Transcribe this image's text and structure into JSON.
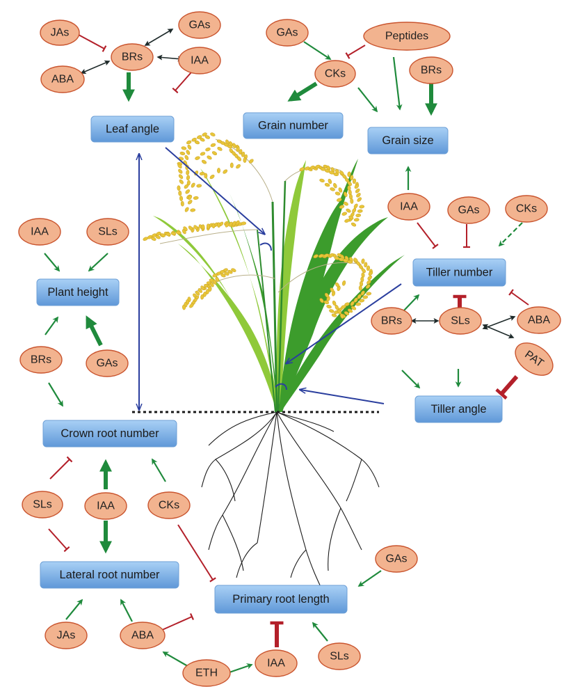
{
  "regulators": {
    "jas_top": "JAs",
    "brs_top": "BRs",
    "gas_top_left": "GAs",
    "aba_top": "ABA",
    "iaa_top": "IAA",
    "gas_grain": "GAs",
    "peptides": "Peptides",
    "cks_grain": "CKs",
    "brs_grain": "BRs",
    "iaa_tiller": "IAA",
    "gas_tiller": "GAs",
    "cks_tiller": "CKs",
    "aba_tiller": "ABA",
    "brs_tiller": "BRs",
    "sls_tiller": "SLs",
    "pat": "PAT",
    "iaa_height": "IAA",
    "sls_height": "SLs",
    "brs_height": "BRs",
    "gas_height": "GAs",
    "sls_root": "SLs",
    "iaa_root": "IAA",
    "cks_root": "CKs",
    "gas_primary": "GAs",
    "jas_lateral": "JAs",
    "aba_lateral": "ABA",
    "sls_primary": "SLs",
    "eth": "ETH",
    "iaa_primary": "IAA"
  },
  "traits": {
    "leaf_angle": "Leaf angle",
    "grain_number": "Grain number",
    "grain_size": "Grain size",
    "plant_height": "Plant height",
    "tiller_number": "Tiller number",
    "tiller_angle": "Tiller angle",
    "crown_root_number": "Crown root number",
    "lateral_root_number": "Lateral root number",
    "primary_root_length": "Primary root length"
  },
  "colors": {
    "regulator_fill": "#f2b38f",
    "trait_box": "#7eb2e6",
    "promote_arrow": "#1f8a3c",
    "inhibit_arrow": "#b3202a",
    "interaction_arrow": "#1f2b2b",
    "trait_pointer": "#2a3e9e"
  }
}
